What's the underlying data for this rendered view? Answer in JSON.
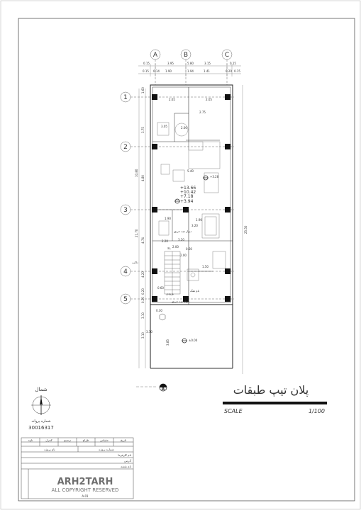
{
  "sheet": {
    "title": "پلان تیپ طبقات",
    "scale_label": "SCALE",
    "scale_value": "1/100"
  },
  "grid": {
    "columns": [
      "A",
      "B",
      "C"
    ],
    "rows": [
      "1",
      "2",
      "3",
      "4",
      "5"
    ]
  },
  "dimensions": {
    "top_outer": [
      "0.15",
      "3.95",
      "5.80",
      "3.15",
      "0.15"
    ],
    "top_inner": [
      "0.15",
      "0.14",
      "1.90",
      "1.94",
      "1.41",
      "0.20",
      "0.15"
    ],
    "left_inner": [
      "1.60",
      "3.75",
      "4.80",
      "4.74",
      "4.20",
      "0.20",
      "0.20",
      "3.10",
      "3.10"
    ],
    "left_outer": [
      "10.80",
      "21.70"
    ],
    "right_total": "25.50",
    "room": [
      "2.65",
      "2.05",
      "2.75",
      "3.05",
      "2.00",
      "5.40",
      "3.20",
      "1.90",
      "1.90",
      "3.20",
      "1.50",
      "2.00",
      "0.60",
      "2.20",
      "2.00",
      "0.60",
      "3.10",
      "0.30",
      "3.85"
    ]
  },
  "levels": [
    "+13.66",
    "+10.42",
    "+7.18",
    "+3.94"
  ],
  "levels_secondary": [
    "+3.28",
    "±0.00"
  ],
  "annotations": {
    "terrace": "داکت",
    "entrance": "ورودی",
    "shaft": "نام هنگ",
    "fire_escape": "دیوار ضد حریق",
    "fire_escape_2": "دیوار ضد حریق",
    "stair_up": "بالا"
  },
  "north": {
    "label": "شمال",
    "caption": "شماره پروانه",
    "number": "30016317"
  },
  "section_mark": "A",
  "title_block": {
    "header_cells": [
      "تاریخ",
      "مقیاس",
      "طراح",
      "ترسیم",
      "کنترل",
      "تایید"
    ],
    "row2": [
      "شماره پروژه",
      "نام پروژه"
    ],
    "row3": "نام کارفرما",
    "row4": "آدرس",
    "row5": "نام نقشه",
    "brand": "ARH2TARH",
    "rights": "ALL COPYRIGHT RESERVED",
    "sheet_no": "A-01"
  }
}
